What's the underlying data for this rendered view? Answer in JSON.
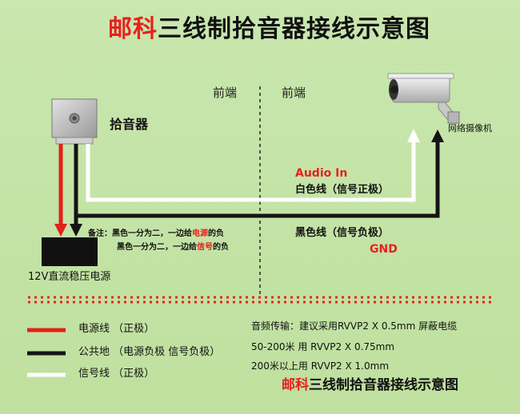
{
  "title": {
    "brand": "邮科",
    "rest": "三线制拾音器接线示意图"
  },
  "zones": {
    "left": "前端",
    "right": "前端"
  },
  "devices": {
    "pickup": "拾音器",
    "camera": "网络摄像机",
    "power": "12V直流稳压电源"
  },
  "wires": {
    "audio_in": "Audio In",
    "white": "白色线（信号正极）",
    "black": "黑色线（信号负极）",
    "gnd": "GND"
  },
  "note": {
    "line1_a": "备注：黑色一分为二，一边给",
    "line1_b": "电源",
    "line1_c": "的负",
    "line2_a": "黑色一分为二，一边给",
    "line2_b": "信号",
    "line2_c": "的负"
  },
  "legend": [
    {
      "color": "#e3201b",
      "label": "电源线 （正极）"
    },
    {
      "color": "#141414",
      "label": "公共地 （电源负极 信号负极）"
    },
    {
      "color": "#ffffff",
      "label": "信号线 （正极）"
    }
  ],
  "spec": [
    "音频传输：建议采用RVVP2 X 0.5mm 屏蔽电缆",
    "50-200米 用 RVVP2 X 0.75mm",
    "200米以上用 RVVP2 X 1.0mm"
  ],
  "footer": {
    "brand": "邮科",
    "rest": "三线制拾音器接线示意图"
  },
  "colors": {
    "background": "#c4e3a8",
    "red_wire": "#e3201b",
    "black_wire": "#141414",
    "white_wire": "#ffffff",
    "divider": "#e8201e"
  }
}
